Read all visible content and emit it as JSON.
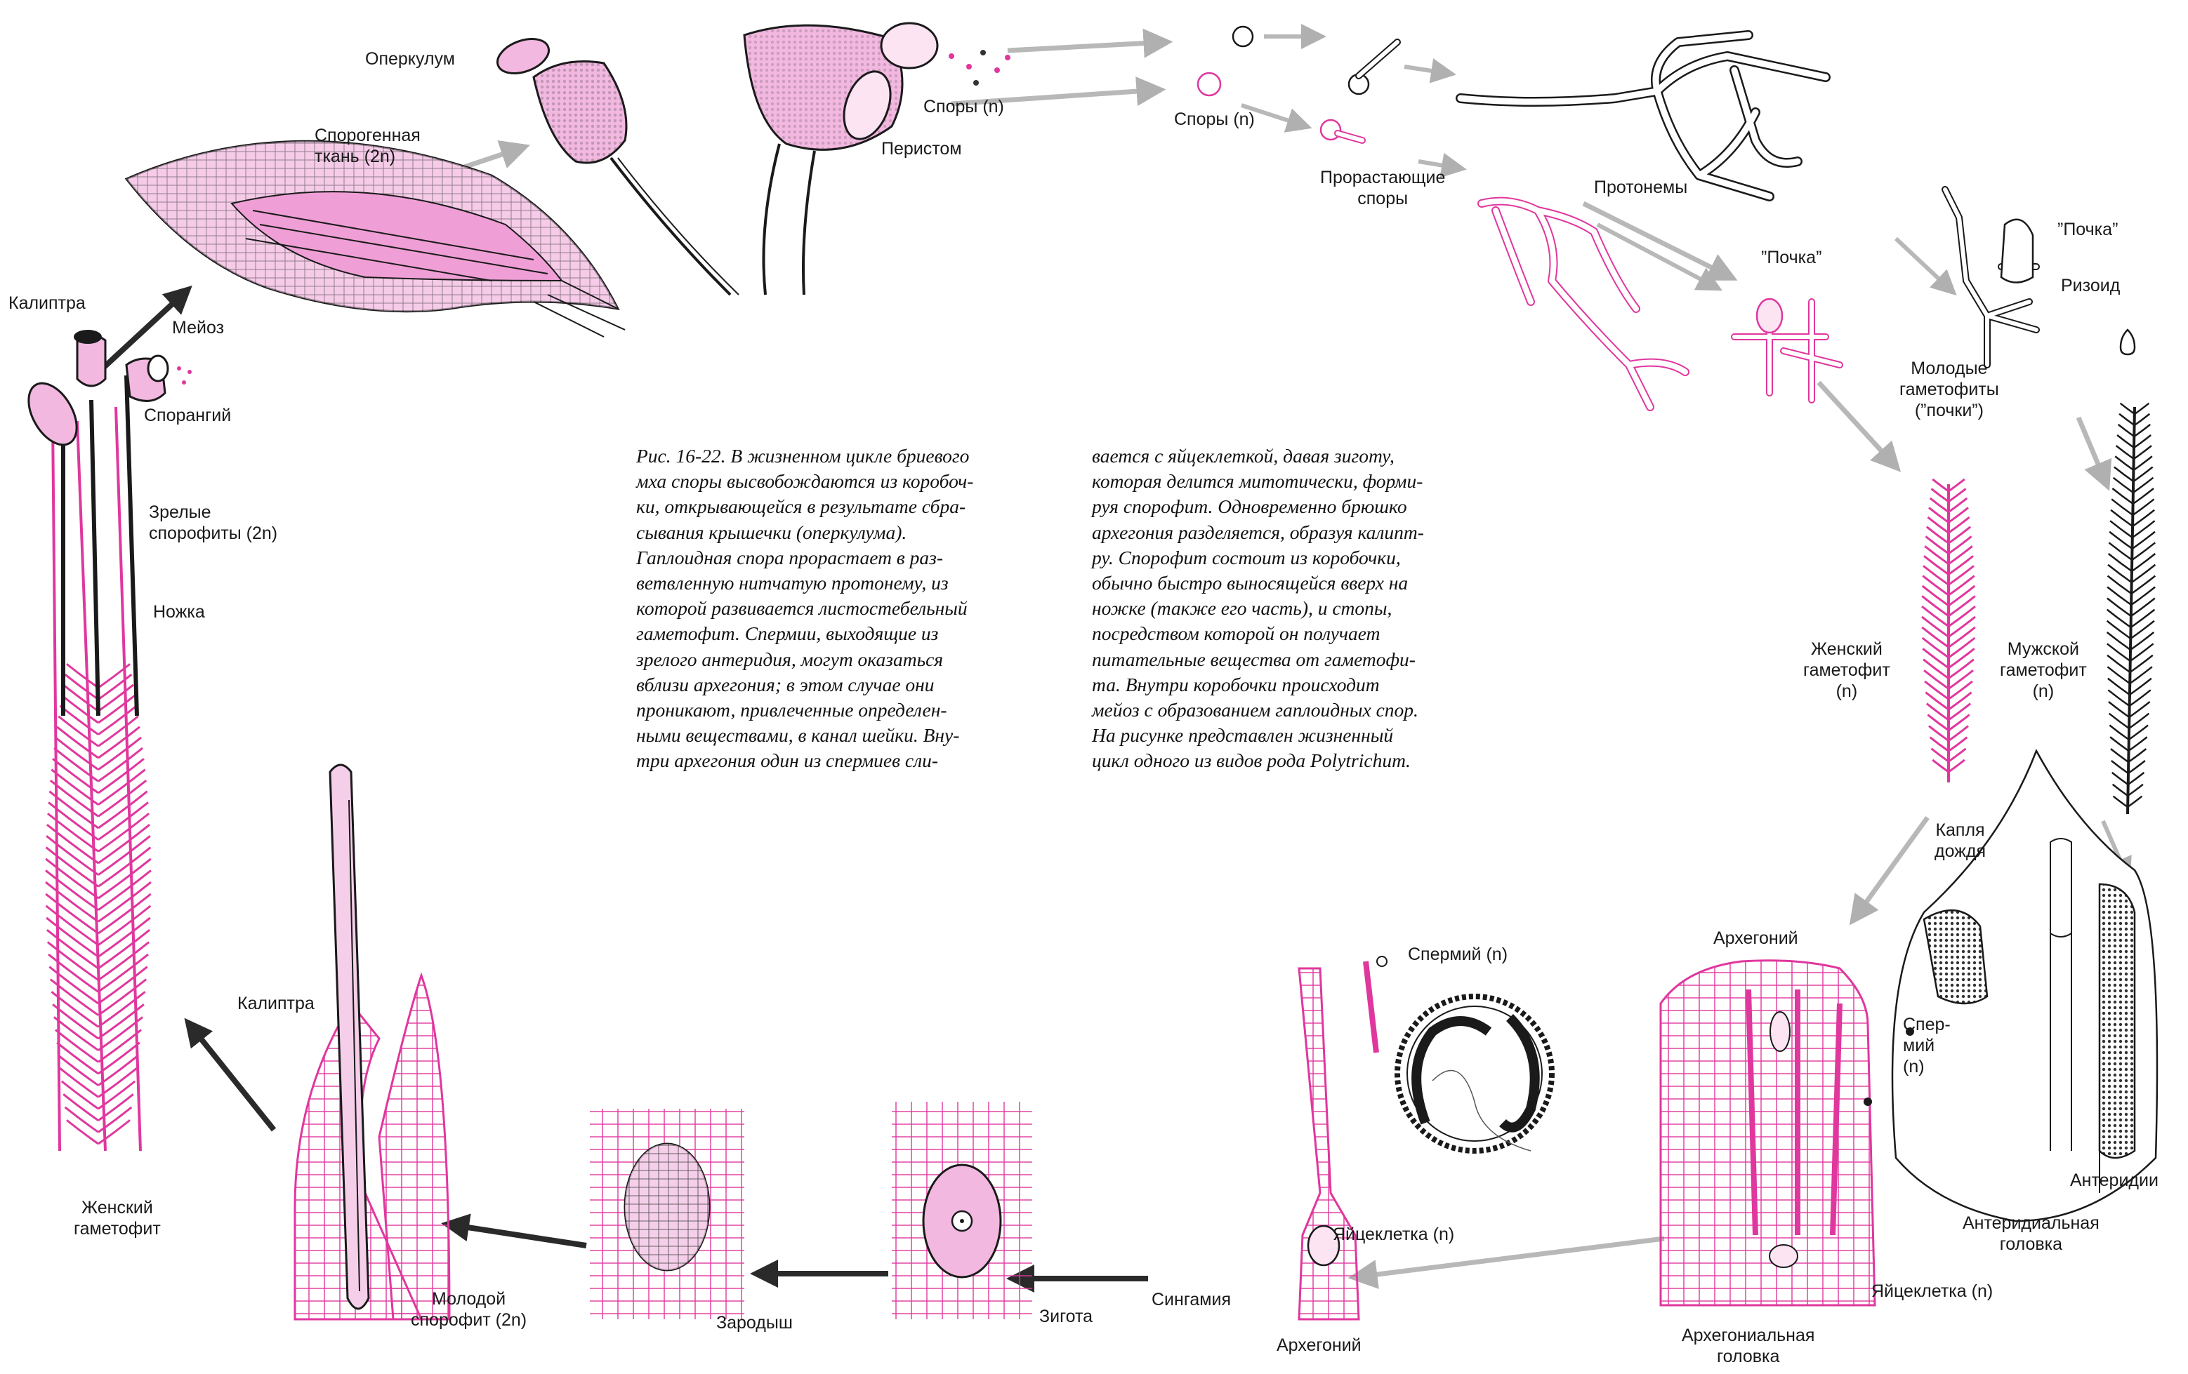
{
  "caption": {
    "left_lines": [
      "Рис. 16-22. В жизненном цикле бриевого",
      "мха споры высвобождаются из коробоч-",
      "ки, открывающейся в результате сбра-",
      "сывания крышечки (оперкулума).",
      "Гаплоидная спора прорастает в раз-",
      "ветвленную нитчатую протонему, из",
      "которой развивается листостебельный",
      "гаметофит. Спермии, выходящие из",
      "зрелого антеридия, могут оказаться",
      "вблизи архегония; в этом случае они",
      "проникают, привлеченные определен-",
      "ными веществами, в канал шейки. Вну-",
      "три архегония один из спермиев сли-"
    ],
    "right_lines": [
      "вается с яйцеклеткой, давая зиготу,",
      "которая делится митотически, форми-",
      "руя спорофит. Одновременно брюшко",
      "архегония разделяется, образуя калипт-",
      "ру. Спорофит состоит из коробочки,",
      "обычно быстро выносящейся вверх на",
      "ножке (также его часть), и стопы,",
      "посредством которой он получает",
      "питательные вещества от гаметофи-",
      "та. Внутри коробочки происходит",
      "мейоз с образованием гаплоидных спор.",
      "На рисунке представлен жизненный",
      "цикл одного из видов рода Polytrichum."
    ]
  },
  "labels": {
    "operculum": "Оперкулум",
    "sporogenous": "Спорогенная\nткань (2n)",
    "spores_n_top": "Споры (n)",
    "peristome": "Перистом",
    "spores_n_mid": "Споры (n)",
    "germinating_spores": "Прорастающие\nспоры",
    "protonemata": "Протонемы",
    "bud_top": "”Почка”",
    "rhizoid": "Ризоид",
    "bud_mid": "”Почка”",
    "young_gametophytes": "Молодые\nгаметофиты\n(”почки”)",
    "calyptra_top": "Калиптра",
    "meiosis": "Мейоз",
    "sporangium": "Спорангий",
    "mature_sporophytes": "Зрелые\nспорофиты (2n)",
    "seta": "Ножка",
    "female_gametophyte_mid": "Женский\nгаметофит\n(n)",
    "male_gametophyte": "Мужской\nгаметофит\n(n)",
    "raindrop": "Капля\nдождя",
    "archegonium_head_top": "Архегоний",
    "sperm_top": "Спермий (n)",
    "sperm_right": "Спер-\nмий\n(n)",
    "antheridia": "Антеридии",
    "antheridial_head": "Антеридиальная\nголовка",
    "calyptra_bottom": "Калиптра",
    "female_gametophyte_left": "Женский\nгаметофит",
    "young_sporophyte": "Молодой\nспорофит (2n)",
    "embryo": "Зародыш",
    "zygote": "Зигота",
    "syngamy": "Сингамия",
    "egg_left": "Яйцеклетка (n)",
    "archegonium_bottom": "Архегоний",
    "egg_right": "Яйцеклетка (n)",
    "archegonial_head": "Архегониальная\nголовка"
  },
  "colors": {
    "pink_fill": "#f2b8e0",
    "pink_line": "#e0379e",
    "ink": "#1a1a1a",
    "arrow_gray": "#b8b8b8",
    "arrow_dark": "#2a2a2a"
  }
}
